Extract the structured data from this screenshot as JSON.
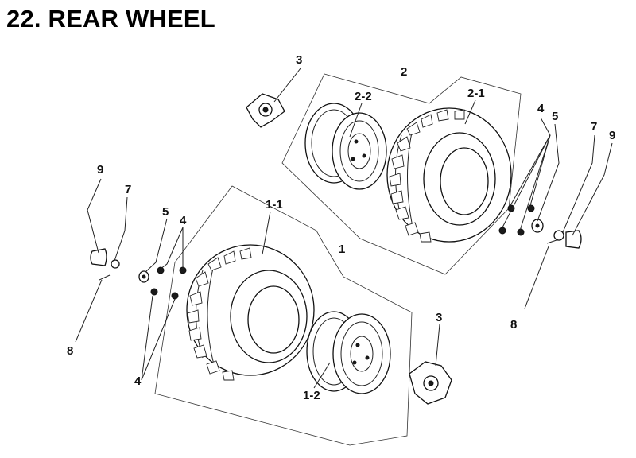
{
  "title": "22. REAR WHEEL",
  "callouts": {
    "c_2": "2",
    "c_2_1": "2-1",
    "c_2_2": "2-2",
    "c_3_top": "3",
    "c_4_right": "4",
    "c_5_right": "5",
    "c_7_right": "7",
    "c_9_right": "9",
    "c_8_right": "8",
    "c_9_left": "9",
    "c_7_left": "7",
    "c_8_left": "8",
    "c_5_left": "5",
    "c_4_left_top": "4",
    "c_4_left_bottom": "4",
    "c_1": "1",
    "c_1_1": "1-1",
    "c_1_2": "1-2",
    "c_3_bottom": "3"
  }
}
